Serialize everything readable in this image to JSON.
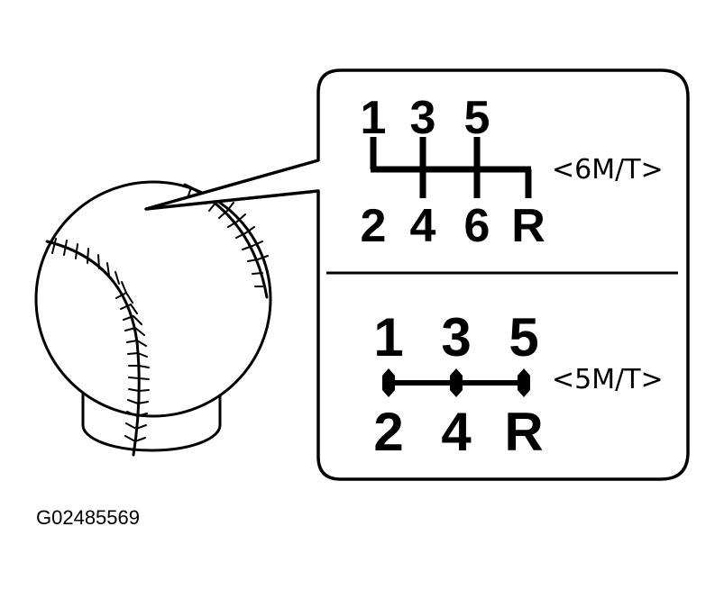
{
  "figure_id": "G02485569",
  "six_speed": {
    "label": "<6M/T>",
    "top_gears": [
      "1",
      "3",
      "5"
    ],
    "bottom_gears": [
      "2",
      "4",
      "6",
      "R"
    ]
  },
  "five_speed": {
    "label": "<5M/T>",
    "top_gears": [
      "1",
      "3",
      "5"
    ],
    "bottom_gears": [
      "2",
      "4",
      "R"
    ]
  },
  "colors": {
    "ink": "#000000",
    "paper": "#ffffff"
  },
  "icons": {
    "knob": "shift-knob-icon"
  }
}
